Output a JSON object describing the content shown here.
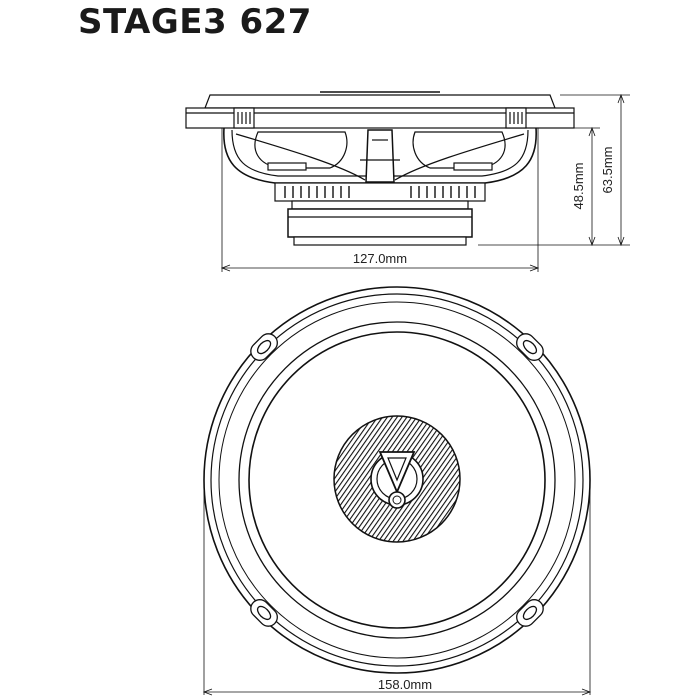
{
  "title": "STAGE3 627",
  "dimensions": {
    "mount_depth": "48.5mm",
    "total_depth": "63.5mm",
    "cutout_diameter": "127.0mm",
    "outer_diameter": "158.0mm"
  }
}
